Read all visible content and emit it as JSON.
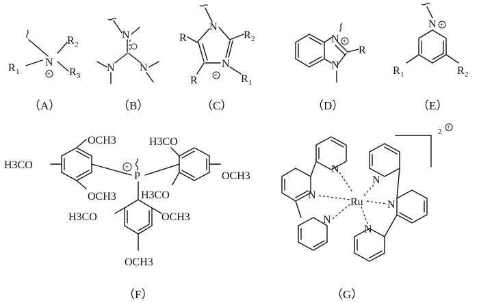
{
  "labels": {
    "A": "（A）",
    "B": "（B）",
    "C": "（C）",
    "D": "（D）",
    "E": "（E）",
    "F": "（F）",
    "G": "（G）"
  },
  "atoms": {
    "N": "N",
    "P": "P",
    "Ru": "Ru",
    "R": "R",
    "R1": "R1",
    "R2": "R2",
    "R3": "R3",
    "OCH3": "OCH3",
    "H3CO": "H3CO",
    "plus": "+",
    "charge": "2+"
  }
}
